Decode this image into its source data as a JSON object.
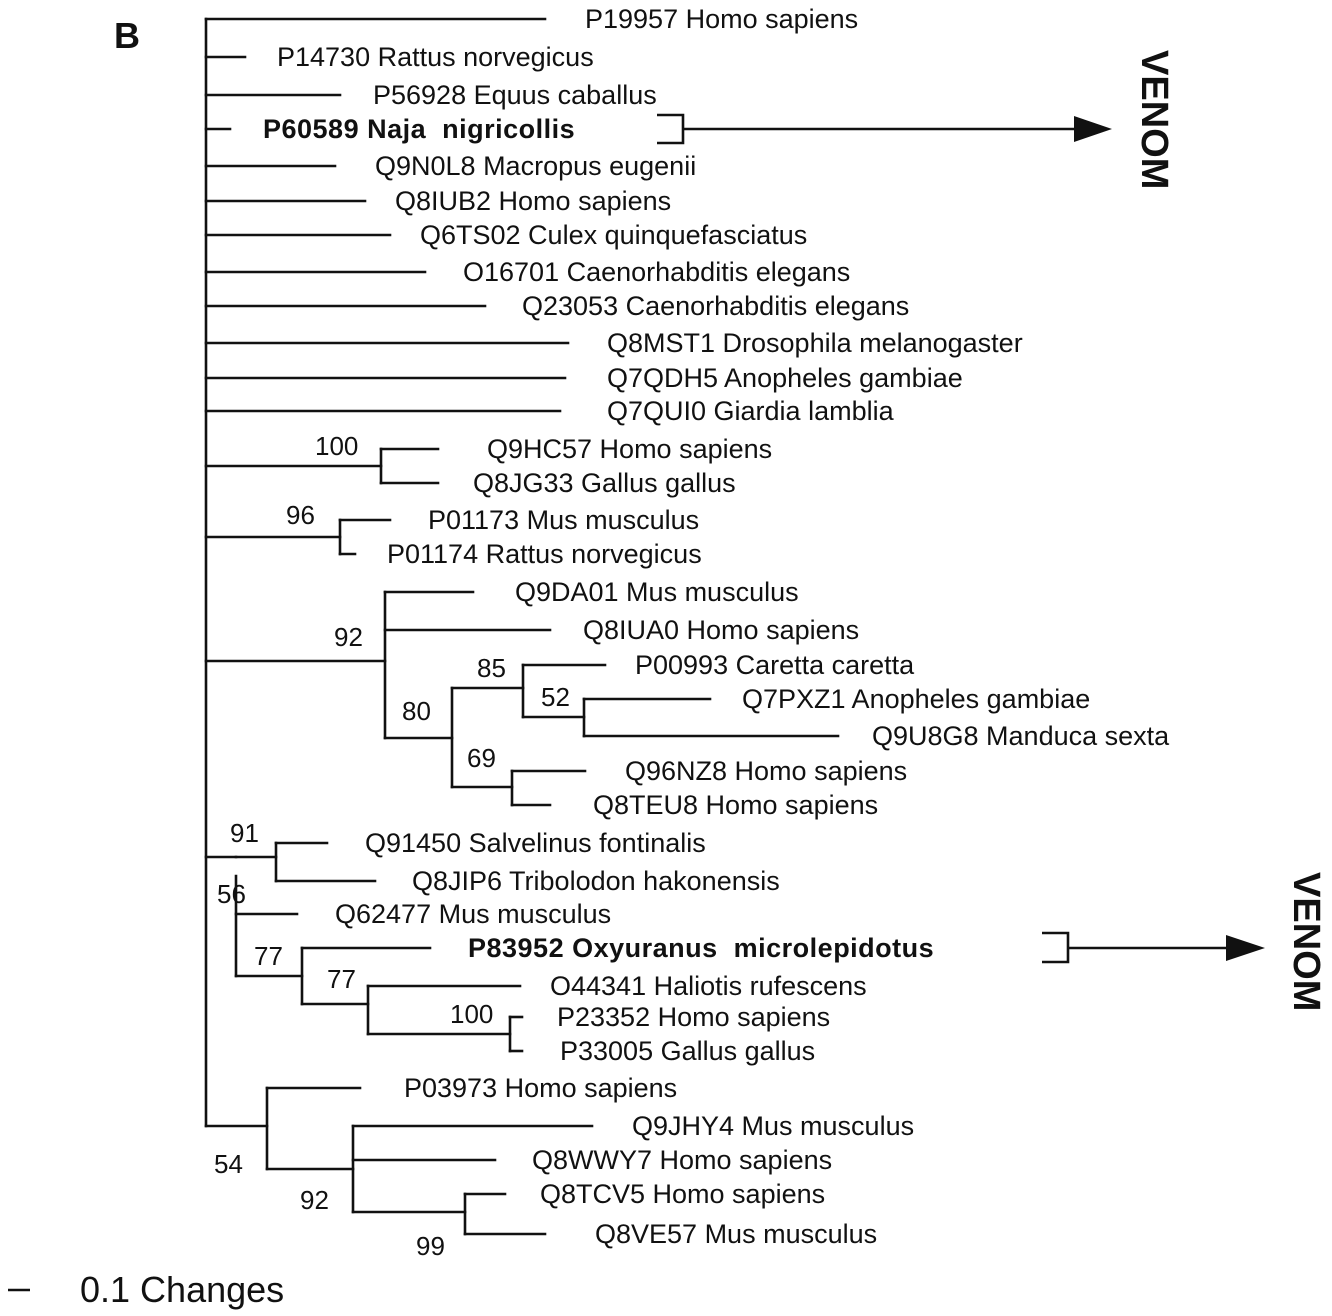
{
  "figure": {
    "panel_label": "B",
    "scale_bar_label": "0.1 Changes",
    "venom_label": "VENOM",
    "colors": {
      "ink": "#111111",
      "background": "#ffffff"
    }
  },
  "tree": {
    "taxa": [
      {
        "id": "t01",
        "label": "P19957 Homo sapiens"
      },
      {
        "id": "t02",
        "label": "P14730 Rattus norvegicus"
      },
      {
        "id": "t03",
        "label": "P56928 Equus caballus"
      },
      {
        "id": "t04",
        "label": "P60589 Naja  nigricollis",
        "bold": true,
        "venom": true
      },
      {
        "id": "t05",
        "label": "Q9N0L8 Macropus eugenii"
      },
      {
        "id": "t06",
        "label": "Q8IUB2 Homo sapiens"
      },
      {
        "id": "t07",
        "label": "Q6TS02 Culex quinquefasciatus"
      },
      {
        "id": "t08",
        "label": "O16701 Caenorhabditis elegans"
      },
      {
        "id": "t09",
        "label": "Q23053 Caenorhabditis elegans"
      },
      {
        "id": "t10",
        "label": "Q8MST1 Drosophila melanogaster"
      },
      {
        "id": "t11",
        "label": "Q7QDH5 Anopheles gambiae"
      },
      {
        "id": "t12",
        "label": "Q7QUI0 Giardia lamblia"
      },
      {
        "id": "t13",
        "label": "Q9HC57 Homo sapiens"
      },
      {
        "id": "t14",
        "label": "Q8JG33 Gallus gallus"
      },
      {
        "id": "t15",
        "label": "P01173 Mus musculus"
      },
      {
        "id": "t16",
        "label": "P01174 Rattus norvegicus"
      },
      {
        "id": "t17",
        "label": "Q9DA01 Mus musculus"
      },
      {
        "id": "t18",
        "label": "Q8IUA0 Homo sapiens"
      },
      {
        "id": "t19",
        "label": "P00993 Caretta caretta"
      },
      {
        "id": "t20",
        "label": "Q7PXZ1 Anopheles gambiae"
      },
      {
        "id": "t21",
        "label": "Q9U8G8 Manduca sexta"
      },
      {
        "id": "t22",
        "label": "Q96NZ8 Homo sapiens"
      },
      {
        "id": "t23",
        "label": "Q8TEU8 Homo sapiens"
      },
      {
        "id": "t24",
        "label": "Q91450 Salvelinus fontinalis"
      },
      {
        "id": "t25",
        "label": "Q8JIP6 Tribolodon hakonensis"
      },
      {
        "id": "t26",
        "label": "Q62477 Mus musculus"
      },
      {
        "id": "t27",
        "label": "P83952 Oxyuranus  microlepidotus",
        "bold": true,
        "venom": true
      },
      {
        "id": "t28",
        "label": "O44341 Haliotis rufescens"
      },
      {
        "id": "t29",
        "label": "P23352 Homo sapiens"
      },
      {
        "id": "t30",
        "label": "P33005 Gallus gallus"
      },
      {
        "id": "t31",
        "label": "P03973 Homo sapiens"
      },
      {
        "id": "t32",
        "label": "Q9JHY4 Mus musculus"
      },
      {
        "id": "t33",
        "label": "Q8WWY7 Homo sapiens"
      },
      {
        "id": "t34",
        "label": "Q8TCV5 Homo sapiens"
      },
      {
        "id": "t35",
        "label": "Q8VE57 Mus musculus"
      }
    ],
    "bootstrap_values": [
      {
        "node": "n13_14",
        "value": "100"
      },
      {
        "node": "n15_16",
        "value": "96"
      },
      {
        "node": "n17_23",
        "value": "92"
      },
      {
        "node": "n19_21",
        "value": "85"
      },
      {
        "node": "n20_21",
        "value": "52"
      },
      {
        "node": "n19_23",
        "value": "80"
      },
      {
        "node": "n22_23",
        "value": "69"
      },
      {
        "node": "n24_25",
        "value": "91"
      },
      {
        "node": "n24_30",
        "value": "56"
      },
      {
        "node": "n26_30",
        "value": "77"
      },
      {
        "node": "n28_30",
        "value": "77"
      },
      {
        "node": "n29_30",
        "value": "100"
      },
      {
        "node": "n31_35",
        "value": "54"
      },
      {
        "node": "n32_35",
        "value": "92"
      },
      {
        "node": "n34_35",
        "value": "99"
      }
    ]
  }
}
